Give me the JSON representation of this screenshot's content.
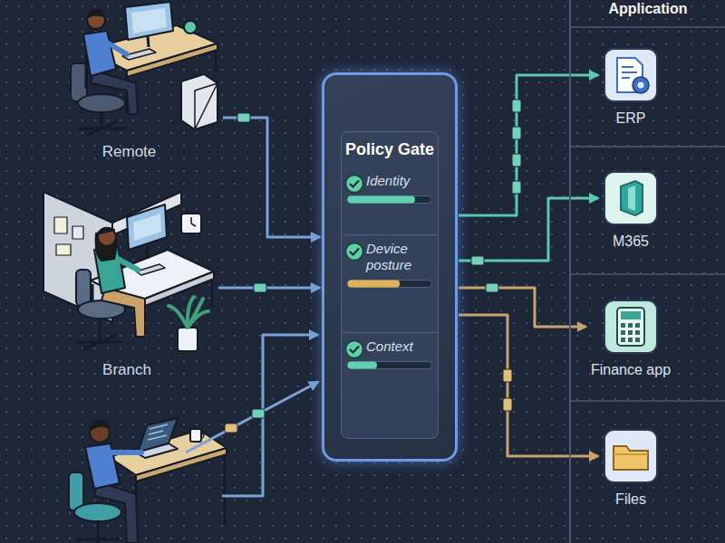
{
  "diagram": {
    "nodes": [
      {
        "text": [
          "Remote"
        ]
      },
      {
        "text": [
          "Branch"
        ]
      },
      {
        "text": [
          "Policy Gate"
        ]
      },
      {
        "text": [
          "Identity"
        ],
        "in": 2
      },
      {
        "text": [
          "Device posture"
        ],
        "in": 2
      },
      {
        "text": [
          "Context"
        ],
        "in": 2
      },
      {
        "text": [
          "Application"
        ]
      },
      {
        "text": [
          "ERP"
        ],
        "in": 6
      },
      {
        "text": [
          "M365"
        ],
        "in": 6
      },
      {
        "text": [
          "Finance app"
        ],
        "in": 6
      },
      {
        "text": [
          "Files"
        ],
        "in": 6
      }
    ],
    "edges": [
      {
        "from": 0,
        "to": 2,
        "arrow": "to"
      },
      {
        "from": 1,
        "to": 2,
        "arrow": "to"
      },
      {
        "from": 2,
        "to": 7,
        "arrow": "to"
      },
      {
        "from": 2,
        "to": 8,
        "arrow": "to"
      },
      {
        "from": 2,
        "to": 9,
        "arrow": "to"
      },
      {
        "from": 2,
        "to": 10,
        "arrow": "to"
      }
    ]
  }
}
